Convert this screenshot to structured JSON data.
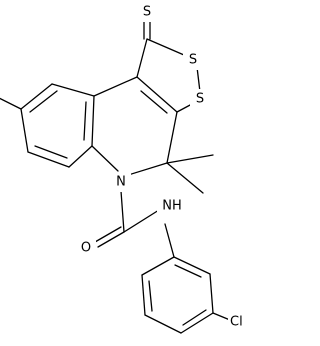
{
  "molecule": {
    "atoms": {
      "thione_S": "S",
      "ring_S_top": "S",
      "ring_S_bottom": "S",
      "ring_N": "N",
      "carbonyl_O": "O",
      "amide_NH": "NH",
      "chloro": "Cl"
    }
  }
}
